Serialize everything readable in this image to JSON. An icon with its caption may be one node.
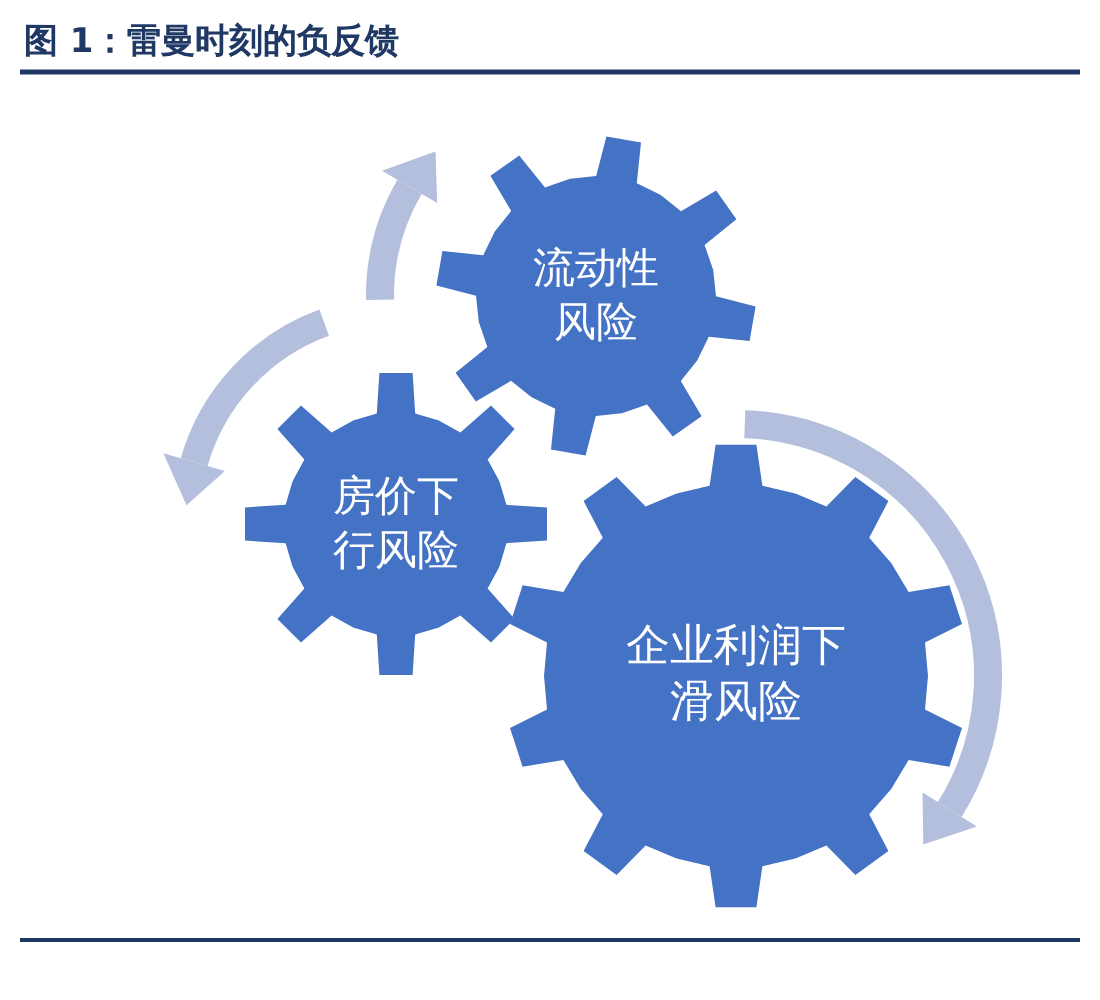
{
  "diagram": {
    "title": "图 1：雷曼时刻的负反馈",
    "nodes": [
      {
        "text": [
          "流动性风险"
        ]
      },
      {
        "text": [
          "房价下行风险"
        ]
      },
      {
        "text": [
          "企业利润下滑风险"
        ]
      }
    ]
  }
}
